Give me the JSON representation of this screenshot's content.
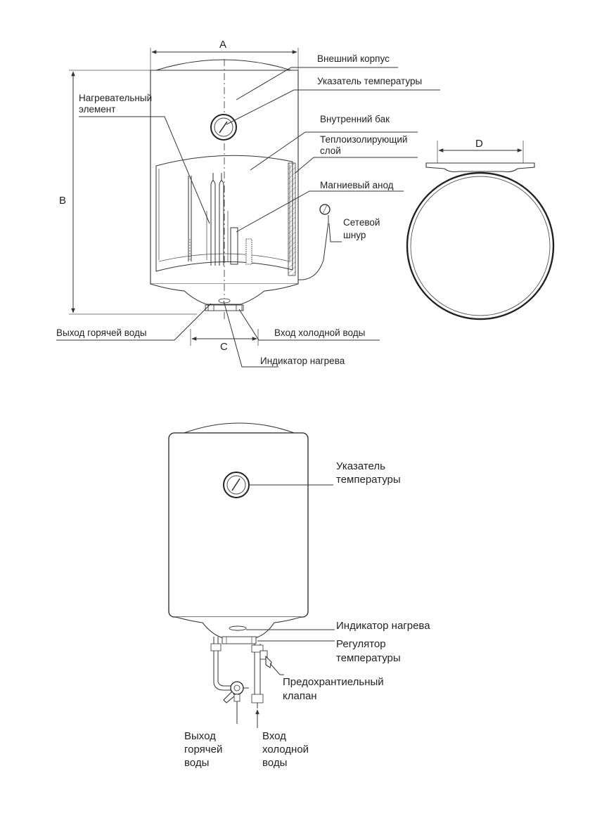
{
  "diagram": {
    "section": {
      "dim_a": "A",
      "dim_b": "B",
      "dim_c": "C",
      "labels": {
        "outer_casing": "Внешний корпус",
        "temp_indicator": "Указатель температуры",
        "heating_element_1": "Нагревательный",
        "heating_element_2": "элемент",
        "inner_tank": "Внутренний бак",
        "insulation_1": "Теплоизолирующий",
        "insulation_2": "слой",
        "magnesium_anode": "Магниевый анод",
        "power_cord_1": "Сетевой",
        "power_cord_2": "шнур",
        "hot_water_outlet": "Выход горячей воды",
        "cold_water_inlet": "Вход холодной воды",
        "heat_indicator": "Индикатор нагрева"
      }
    },
    "top_view": {
      "dim_d": "D"
    },
    "front": {
      "labels": {
        "temp_indicator_1": "Указатель",
        "temp_indicator_2": "температуры",
        "heat_indicator": "Индикатор нагрева",
        "temp_regulator_1": "Регулятор",
        "temp_regulator_2": "температуры",
        "safety_valve_1": "Предохрантиельный",
        "safety_valve_2": "клапан",
        "hot_out_1": "Выход",
        "hot_out_2": "горячей",
        "hot_out_3": "воды",
        "cold_in_1": "Вход",
        "cold_in_2": "холодной",
        "cold_in_3": "воды"
      }
    }
  }
}
